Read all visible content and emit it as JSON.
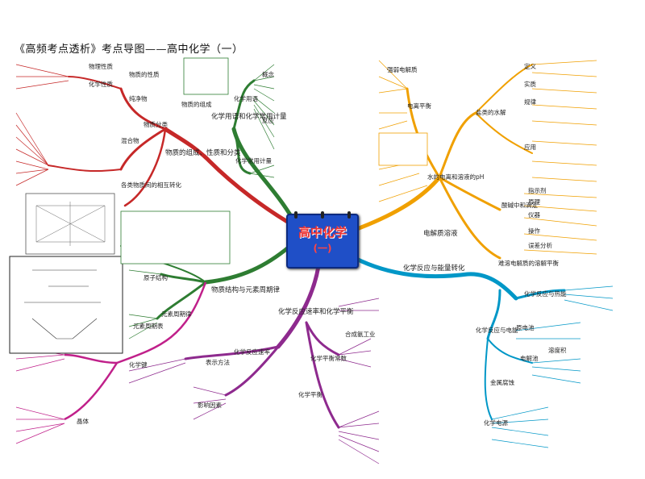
{
  "title": "《高频考点透析》考点导图——高中化学（一）",
  "center": {
    "title": "高中化学",
    "subtitle": "(一)"
  },
  "branches": {
    "composition": {
      "label": "物质的组成、性质和分类",
      "color": "#c62828"
    },
    "terms": {
      "label": "化学用语和化学常用计量",
      "color": "#2e7d32"
    },
    "structure": {
      "label": "物质结构与元素周期律",
      "color": "#2e7d32"
    },
    "rate": {
      "label": "化学反应速率和化学平衡",
      "color": "#8e2a8e"
    },
    "heat": {
      "label": "化学反应与能量转化",
      "color": "#0097c7"
    },
    "electrolyte": {
      "label": "电解质溶液",
      "color": "#f0a000"
    }
  },
  "labels": {
    "physchem_property": "物理性质",
    "chem_property": "化学性质",
    "composition_of_matter": "物质的组成",
    "property_of_matter": "物质的性质",
    "pure": "纯净物",
    "matter_class": "物质分类",
    "mixture": "混合物",
    "conversion": "各类物质间的相互转化",
    "terms_title": "化学用语",
    "concept": "概念",
    "reaction": "反应",
    "chem_calc": "化学常用计量",
    "atom_structure": "原子结构",
    "elements": "元素周期律",
    "periodic_table": "元素周期表",
    "chem_bond": "化学键",
    "crystal": "晶体",
    "strong_weak": "强弱电解质",
    "ionization": "电离平衡",
    "water_ion": "水的电离和溶液的pH",
    "salt_hydro": "盐类的水解",
    "titration": "酸碱中和滴定",
    "precipitation": "难溶电解质的溶解平衡",
    "rate_reaction": "化学反应速率",
    "rate_factors": "影响因素",
    "rate_express": "表示方法",
    "synthesis": "合成氨工业",
    "equilibrium": "化学平衡",
    "equilibrium_const": "化学平衡常数",
    "heat_reaction": "化学反应与热能",
    "electro": "化学反应与电能",
    "galvanic": "原电池",
    "electrolysis": "电解池",
    "corrosion": "金属腐蚀",
    "chem_power": "化学电源",
    "ksp": "溶度积",
    "hydrolysis_def": "定义",
    "hydrolysis_essence": "实质",
    "hydrolysis_law": "规律",
    "hydrolysis_app": "应用",
    "indicator": "指示剂",
    "principle": "原理",
    "instrument": "仪器",
    "operation": "操作",
    "error": "误差分析"
  }
}
